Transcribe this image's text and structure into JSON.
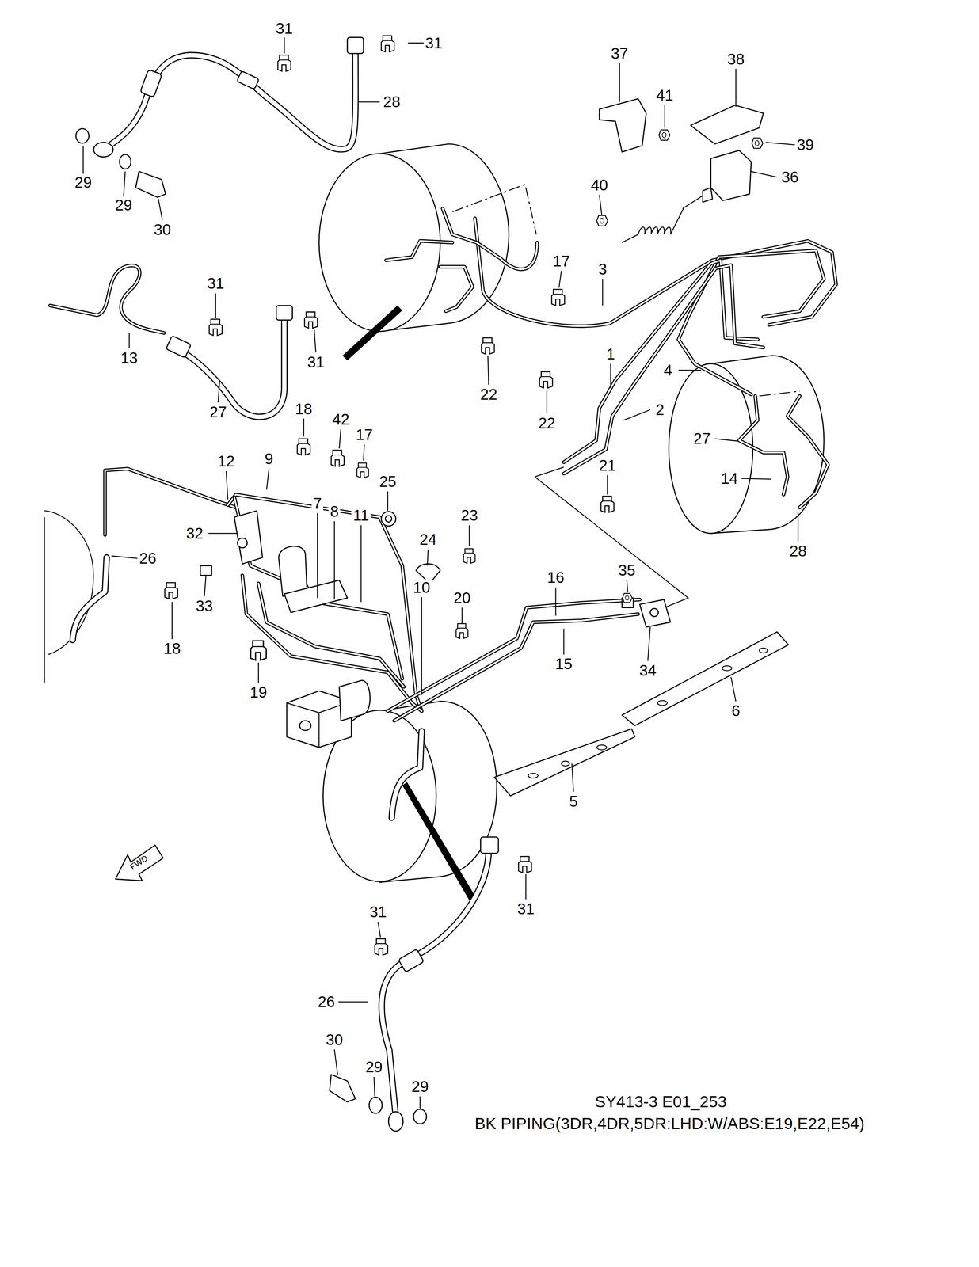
{
  "diagram": {
    "caption": "BK PIPING(3DR,4DR,5DR:LHD:W/ABS:E19,E22,E54)",
    "labels": [
      "31",
      "31",
      "28",
      "29",
      "29",
      "30",
      "37",
      "38",
      "41",
      "39",
      "36",
      "40",
      "17",
      "3",
      "31",
      "13",
      "31",
      "1",
      "4",
      "22",
      "2",
      "18",
      "27",
      "42",
      "22",
      "17",
      "27",
      "9",
      "12",
      "21",
      "14",
      "25",
      "7",
      "8",
      "11",
      "23",
      "32",
      "24",
      "28",
      "26",
      "35",
      "16",
      "10",
      "20",
      "33",
      "18",
      "15",
      "34",
      "19",
      "6",
      "5",
      "FWD",
      "31",
      "31",
      "26",
      "30",
      "29",
      "29",
      "SY413-3 E01_253"
    ]
  }
}
